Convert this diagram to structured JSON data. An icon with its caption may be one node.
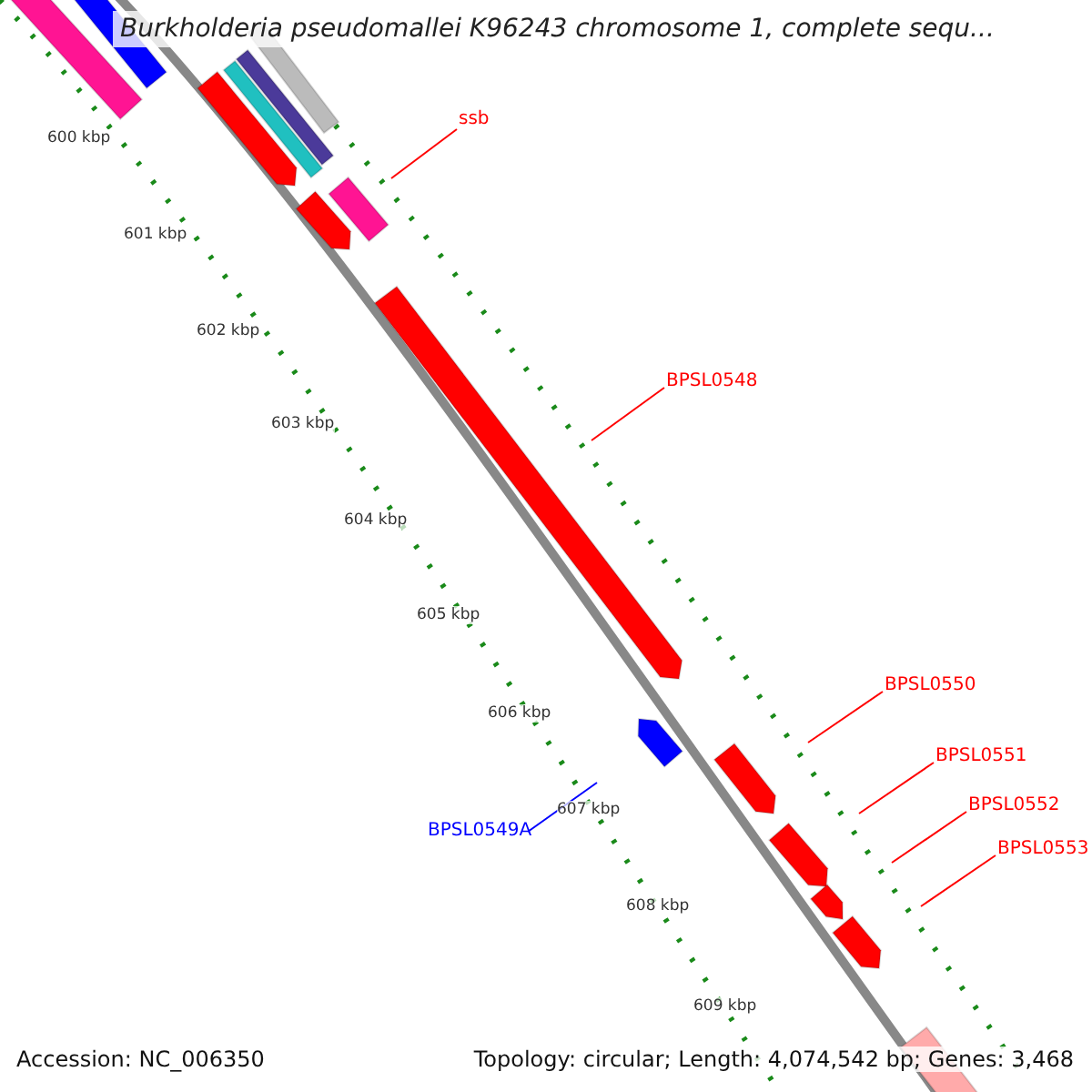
{
  "diagram": {
    "title": "Burkholderia pseudomallei K96243 chromosome 1, complete sequ...",
    "nodes": [
      {
        "text": [
          "ssb"
        ]
      },
      {
        "text": [],
        "shape": "bar"
      },
      {
        "text": [
          "BPSL0548"
        ]
      },
      {
        "text": [],
        "shape": "bar"
      },
      {
        "text": [
          "BPSL0549A"
        ]
      },
      {
        "text": [],
        "shape": "bar"
      },
      {
        "text": [
          "BPSL0550"
        ]
      },
      {
        "text": [],
        "shape": "bar"
      },
      {
        "text": [
          "BPSL0551"
        ]
      },
      {
        "text": [],
        "shape": "bar"
      },
      {
        "text": [
          "BPSL0552"
        ]
      },
      {
        "text": [],
        "shape": "bar"
      },
      {
        "text": [
          "BPSL0553"
        ]
      },
      {
        "text": [],
        "shape": "bar"
      },
      {
        "text": [],
        "shape": "bar"
      },
      {
        "text": [],
        "shape": "bar"
      },
      {
        "text": [],
        "shape": "bar"
      },
      {
        "text": [],
        "shape": "bar"
      },
      {
        "text": [],
        "shape": "bar"
      },
      {
        "text": [],
        "shape": "bar"
      },
      {
        "text": [],
        "shape": "bar"
      },
      {
        "text": [],
        "shape": "bar"
      }
    ],
    "edges": [
      {
        "from": 0,
        "to": 1,
        "arrow": "none"
      },
      {
        "from": 2,
        "to": 3,
        "arrow": "none"
      },
      {
        "from": 4,
        "to": 5,
        "arrow": "none",
        "color": "#0000ff"
      },
      {
        "from": 6,
        "to": 7,
        "arrow": "none"
      },
      {
        "from": 8,
        "to": 9,
        "arrow": "none"
      },
      {
        "from": 10,
        "to": 11,
        "arrow": "none"
      },
      {
        "from": 12,
        "to": 13,
        "arrow": "none"
      }
    ],
    "labels": [
      "600 kbp",
      "601 kbp",
      "602 kbp",
      "603 kbp",
      "604 kbp",
      "605 kbp",
      "606 kbp",
      "607 kbp",
      "608 kbp",
      "609 kbp",
      "Accession: NC_006350",
      "Topology: circular; Length: 4,074,542 bp; Genes: 3,468"
    ]
  }
}
